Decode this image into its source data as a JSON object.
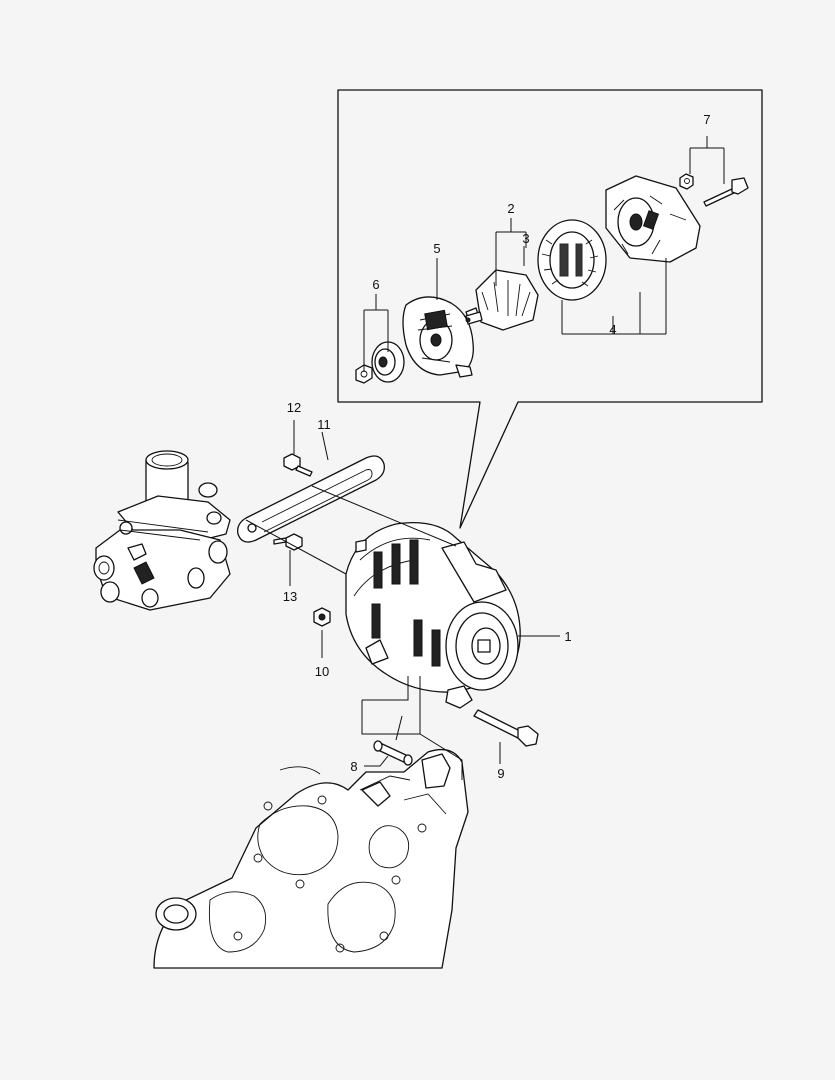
{
  "background": "#f5f5f5",
  "line_color": "#111111",
  "callouts": {
    "c1": "1",
    "c2": "2",
    "c3": "3",
    "c4": "4",
    "c5": "5",
    "c6": "6",
    "c7": "7",
    "c8": "8",
    "c9": "9",
    "c10": "10",
    "c11": "11",
    "c12": "12",
    "c13": "13"
  }
}
